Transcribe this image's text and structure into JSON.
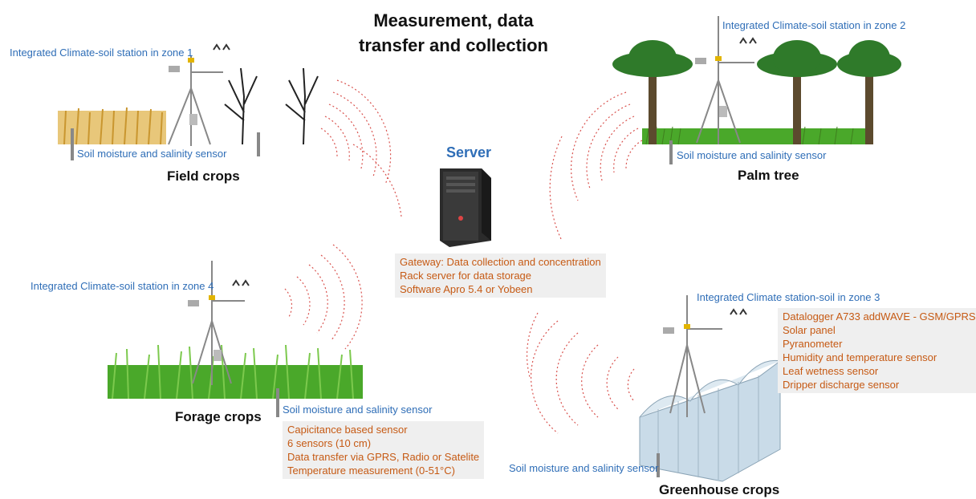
{
  "title": {
    "line1": "Measurement, data",
    "line2": "transfer and collection"
  },
  "server": {
    "title": "Server",
    "details": [
      "Gateway: Data collection and concentration",
      "Rack server for data storage",
      "Software Apro 5.4 or Yobeen"
    ]
  },
  "zones": {
    "field": {
      "station": "Integrated Climate-soil station in zone 1",
      "sensor": "Soil moisture and salinity sensor",
      "crop": "Field crops"
    },
    "palm": {
      "station": "Integrated Climate-soil station in zone 2",
      "sensor": "Soil moisture and salinity sensor",
      "crop": "Palm tree"
    },
    "forage": {
      "station": "Integrated Climate-soil station in zone 4",
      "sensor": "Soil moisture and salinity sensor",
      "crop": "Forage crops",
      "details": [
        "Capicitance based sensor",
        "6 sensors (10 cm)",
        "Data transfer via GPRS, Radio or Satelite",
        "Temperature measurement (0-51°C)"
      ]
    },
    "greenhouse": {
      "station": "Integrated Climate station-soil in zone 3",
      "sensor": "Soil moisture and salinity sensor",
      "crop": "Greenhouse crops",
      "details": [
        "Datalogger A733 addWAVE  - GSM/GPRS",
        "Solar panel",
        "Pyranometer",
        "Humidity and temperature sensor",
        "Leaf wetness sensor",
        "Dripper discharge sensor"
      ]
    }
  },
  "colors": {
    "label_blue": "#2f6eb7",
    "detail_orange": "#c65a14",
    "signal_red": "#d9534f",
    "grass_green": "#4aa82a"
  }
}
